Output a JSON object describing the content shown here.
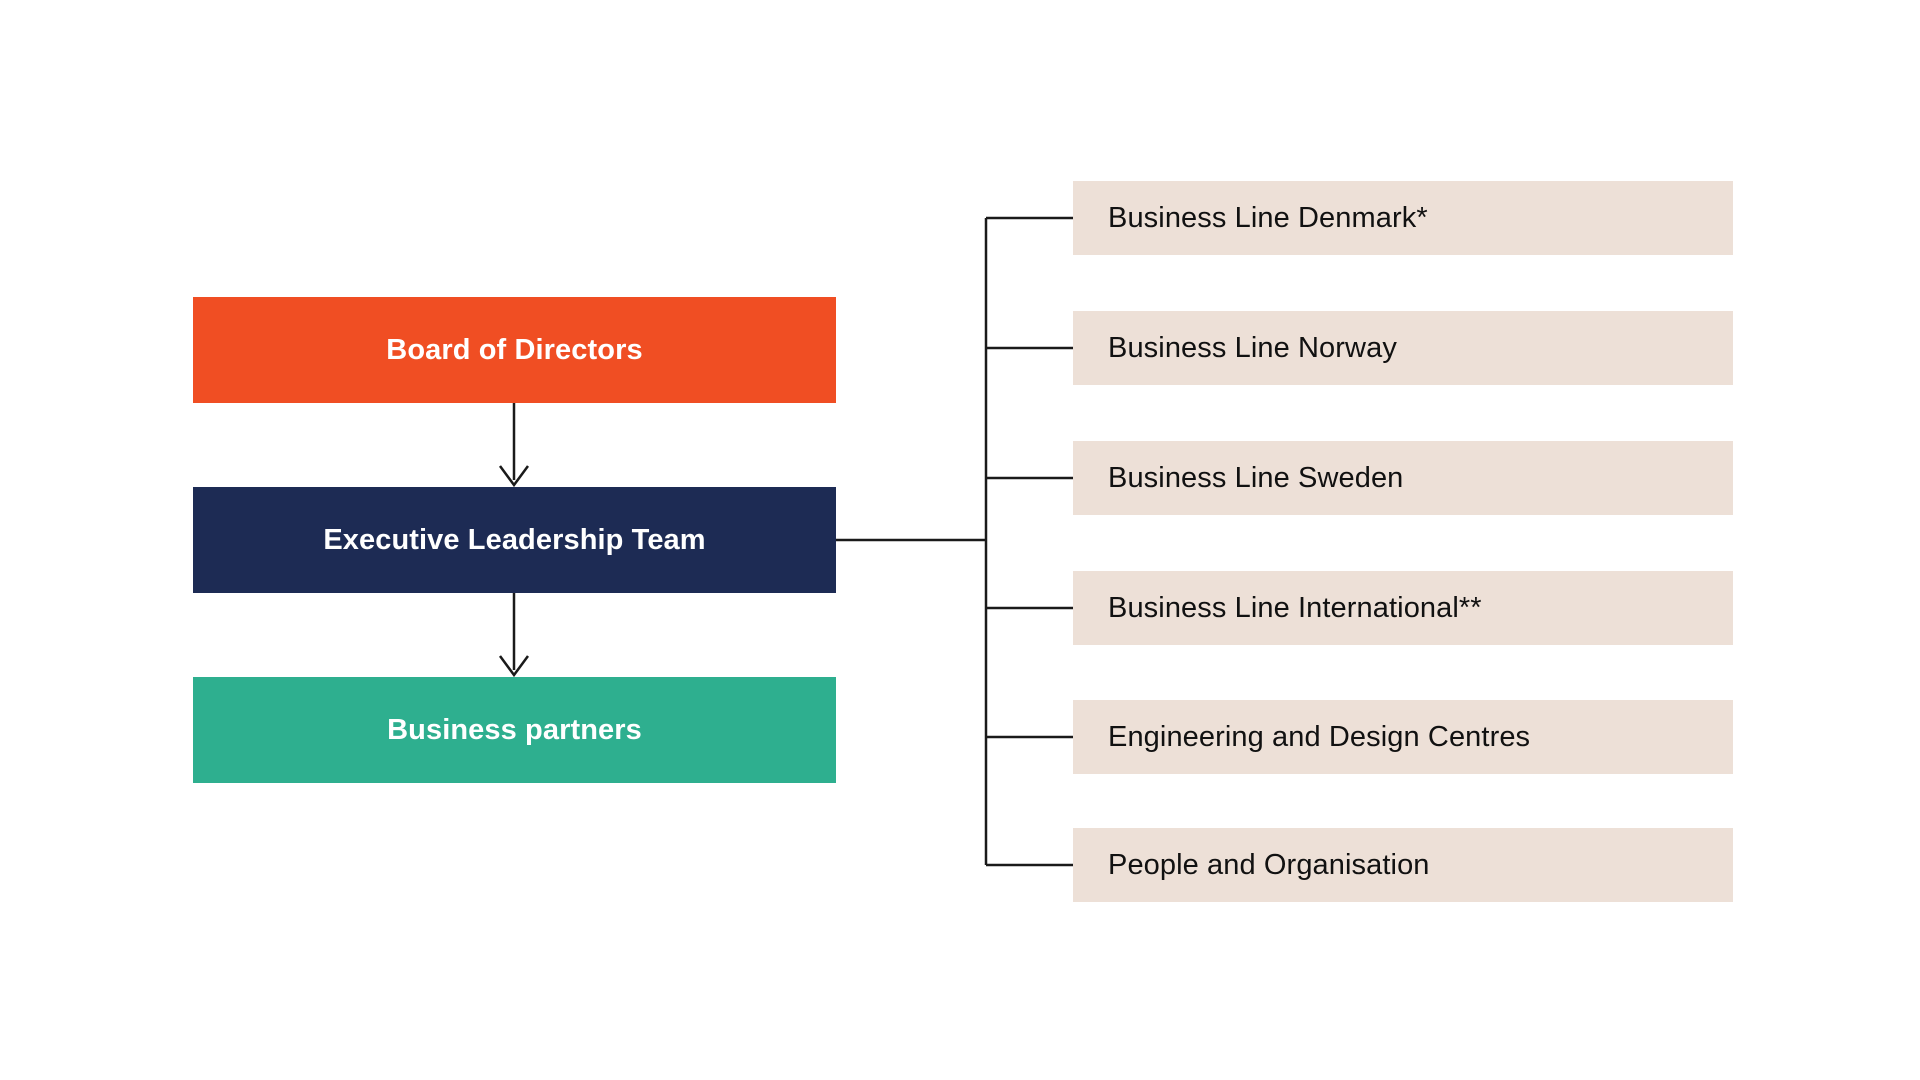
{
  "diagram": {
    "title": "Organisational structure chart",
    "background_color": "#FFFFFF",
    "colors": {
      "board": "#F04E23",
      "executive": "#1D2B54",
      "partners": "#2EAF8F",
      "unit": "#EDE0D7",
      "connector": "#1A1A1A",
      "primary_text": "#FFFFFF",
      "unit_text": "#111111"
    },
    "primary_nodes": [
      {
        "id": "board",
        "label": "Board of Directors"
      },
      {
        "id": "executive",
        "label": "Executive Leadership Team"
      },
      {
        "id": "partners",
        "label": "Business partners"
      }
    ],
    "unit_nodes": [
      {
        "id": "denmark",
        "label": "Business Line Denmark*"
      },
      {
        "id": "norway",
        "label": "Business Line Norway"
      },
      {
        "id": "sweden",
        "label": "Business Line Sweden"
      },
      {
        "id": "international",
        "label": "Business Line International**"
      },
      {
        "id": "engineering",
        "label": "Engineering and Design Centres"
      },
      {
        "id": "people",
        "label": "People and Organisation"
      }
    ]
  },
  "chart_data": {
    "type": "diagram",
    "subtype": "organisational-hierarchy",
    "title": "Organisational structure chart",
    "nodes": [
      {
        "id": "board",
        "label": "Board of Directors",
        "level": 0,
        "style": "primary",
        "color": "#F04E23"
      },
      {
        "id": "executive",
        "label": "Executive Leadership Team",
        "level": 1,
        "style": "primary",
        "color": "#1D2B54"
      },
      {
        "id": "partners",
        "label": "Business partners",
        "level": 2,
        "style": "primary",
        "color": "#2EAF8F"
      },
      {
        "id": "denmark",
        "label": "Business Line Denmark*",
        "level": 2,
        "style": "unit",
        "color": "#EDE0D7"
      },
      {
        "id": "norway",
        "label": "Business Line Norway",
        "level": 2,
        "style": "unit",
        "color": "#EDE0D7"
      },
      {
        "id": "sweden",
        "label": "Business Line Sweden",
        "level": 2,
        "style": "unit",
        "color": "#EDE0D7"
      },
      {
        "id": "international",
        "label": "Business Line International**",
        "level": 2,
        "style": "unit",
        "color": "#EDE0D7"
      },
      {
        "id": "engineering",
        "label": "Engineering and Design Centres",
        "level": 2,
        "style": "unit",
        "color": "#EDE0D7"
      },
      {
        "id": "people",
        "label": "People and Organisation",
        "level": 2,
        "style": "unit",
        "color": "#EDE0D7"
      }
    ],
    "edges": [
      {
        "from": "board",
        "to": "executive",
        "style": "arrow",
        "direction": "down"
      },
      {
        "from": "executive",
        "to": "partners",
        "style": "arrow",
        "direction": "down"
      },
      {
        "from": "executive",
        "to": "denmark",
        "style": "elbow",
        "direction": "right"
      },
      {
        "from": "executive",
        "to": "norway",
        "style": "elbow",
        "direction": "right"
      },
      {
        "from": "executive",
        "to": "sweden",
        "style": "elbow",
        "direction": "right"
      },
      {
        "from": "executive",
        "to": "international",
        "style": "elbow",
        "direction": "right"
      },
      {
        "from": "executive",
        "to": "engineering",
        "style": "elbow",
        "direction": "right"
      },
      {
        "from": "executive",
        "to": "people",
        "style": "elbow",
        "direction": "right"
      }
    ],
    "annotations": [
      "*",
      "**"
    ]
  }
}
